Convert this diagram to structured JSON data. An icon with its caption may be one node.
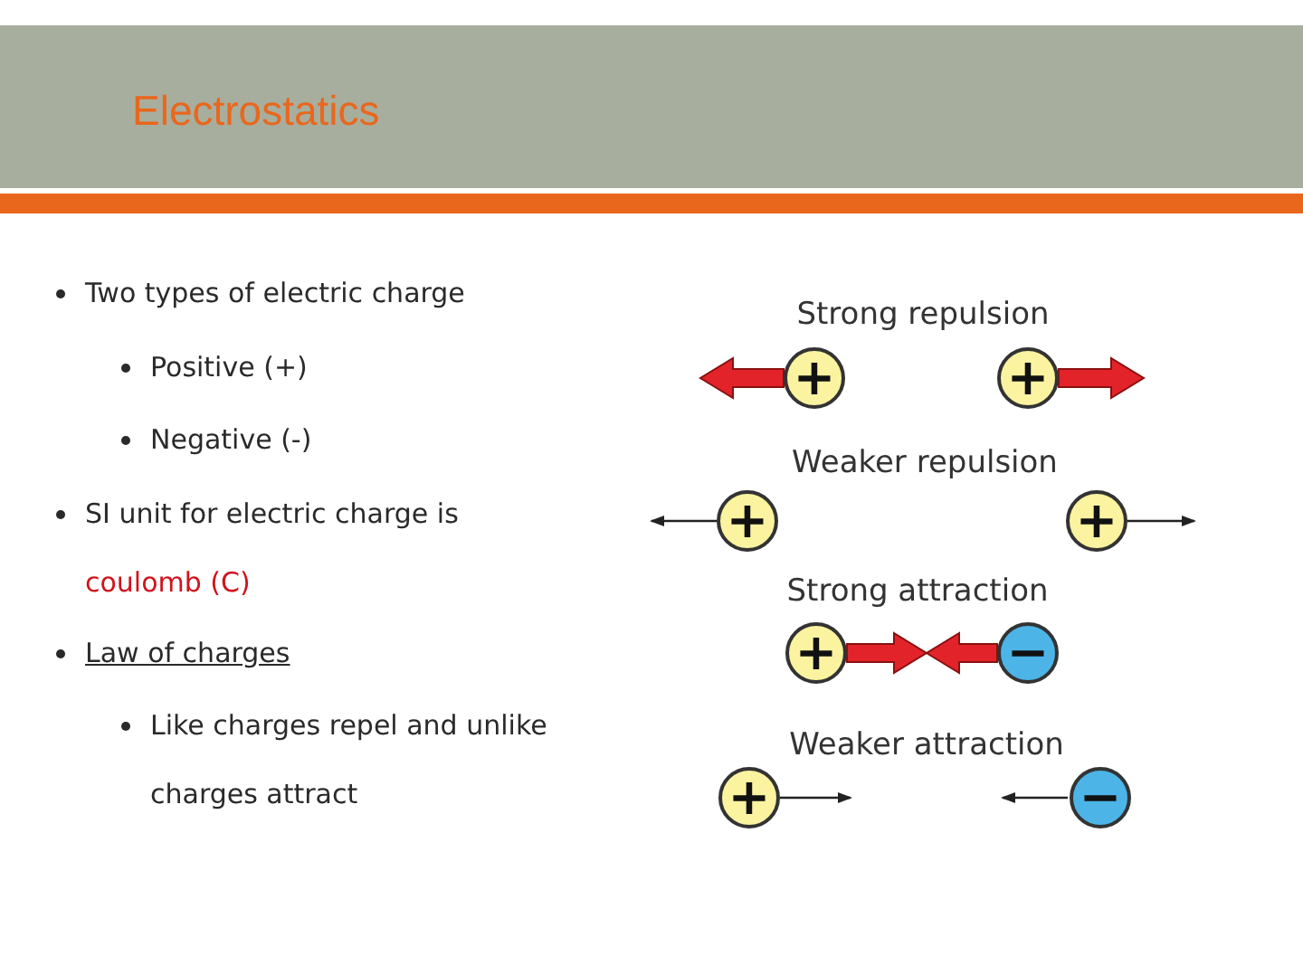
{
  "diagram": {
    "title": "Electrostatics",
    "nodes": [
      {
        "text": [
          "+"
        ]
      },
      {
        "text": [
          "+"
        ]
      },
      {
        "text": [
          "+"
        ]
      },
      {
        "text": [
          "+"
        ]
      },
      {
        "text": [
          "+"
        ]
      },
      {
        "text": [
          "−"
        ]
      },
      {
        "text": [
          "+"
        ]
      },
      {
        "text": [
          "−"
        ]
      }
    ],
    "labels": [
      "Two types of electric charge",
      "Positive (+)",
      "Negative (-)",
      "SI unit for electric charge is",
      "coulomb (C)",
      "Law of charges",
      "Like charges repel and unlike charges attract",
      "Strong repulsion",
      "Weaker repulsion",
      "Strong attraction",
      "Weaker attraction"
    ]
  }
}
